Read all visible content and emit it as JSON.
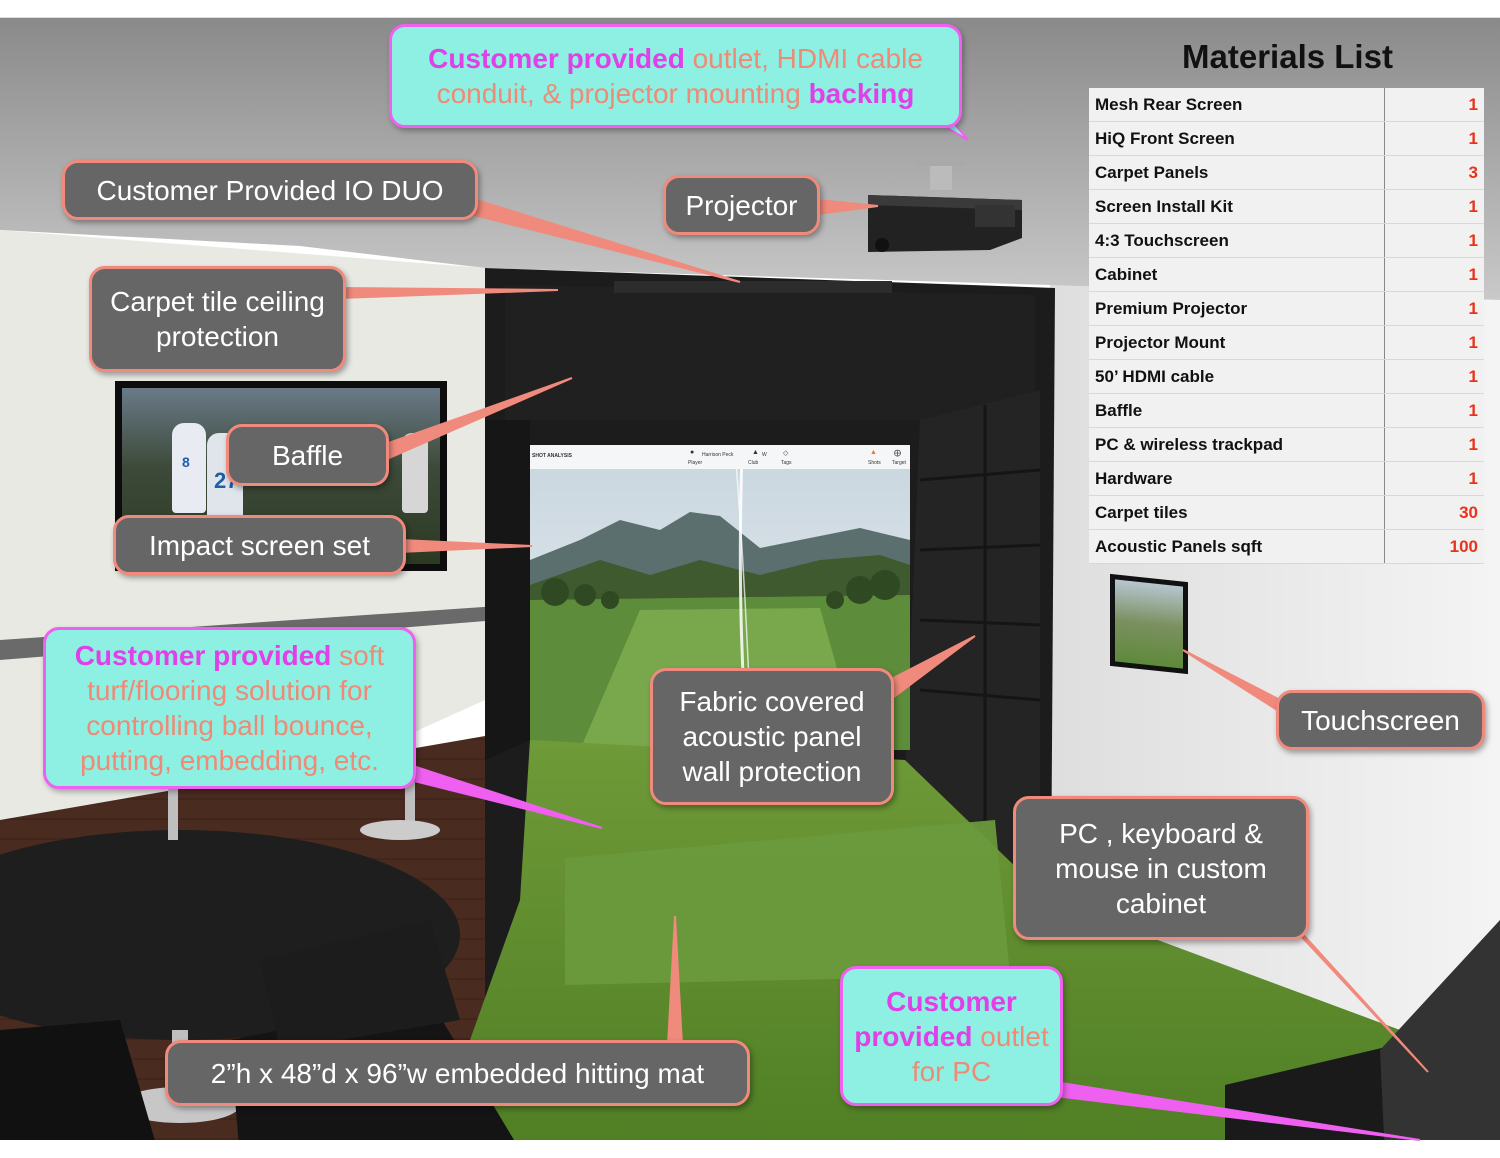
{
  "materials": {
    "title": "Materials List",
    "items": [
      {
        "name": "Mesh Rear Screen",
        "qty": "1"
      },
      {
        "name": "HiQ Front Screen",
        "qty": "1"
      },
      {
        "name": "Carpet Panels",
        "qty": "3"
      },
      {
        "name": "Screen Install Kit",
        "qty": "1"
      },
      {
        "name": "4:3 Touchscreen",
        "qty": "1"
      },
      {
        "name": "Cabinet",
        "qty": "1"
      },
      {
        "name": "Premium Projector",
        "qty": "1"
      },
      {
        "name": "Projector Mount",
        "qty": "1"
      },
      {
        "name": "50’ HDMI cable",
        "qty": "1"
      },
      {
        "name": "Baffle",
        "qty": "1"
      },
      {
        "name": "PC & wireless trackpad",
        "qty": "1"
      },
      {
        "name": "Hardware",
        "qty": "1"
      },
      {
        "name": "Carpet tiles",
        "qty": "30"
      },
      {
        "name": "Acoustic Panels sqft",
        "qty": "100"
      }
    ]
  },
  "callouts": {
    "io_duo": "Customer Provided IO DUO",
    "projector": "Projector",
    "ceiling": [
      "Carpet tile ceiling",
      "protection"
    ],
    "baffle": "Baffle",
    "impact_screen": "Impact screen set",
    "acoustic": [
      "Fabric covered",
      "acoustic panel",
      "wall protection"
    ],
    "touchscreen": "Touchscreen",
    "pc_cabinet": [
      "PC , keyboard &",
      "mouse in custom",
      "cabinet"
    ],
    "hitting_mat": "2”h x 48”d x 96”w embedded hitting mat"
  },
  "customer_notes": {
    "outlet_hdmi": {
      "hl1": "Customer provided",
      "t1": " outlet, HDMI cable",
      "t2": "conduit, & projector mounting ",
      "hl2": "backing"
    },
    "turf": {
      "hl1": "Customer provided",
      "t1": " soft",
      "l2": "turf/flooring solution for",
      "l3": "controlling ball bounce,",
      "l4": "putting, embedding, etc."
    },
    "pc_outlet": {
      "l1": "Customer",
      "hl2": "provided",
      "t2": " outlet",
      "l3": "for PC"
    }
  },
  "sim_screen": {
    "header": "SHOT ANALYSIS",
    "player": "Harrison Peck",
    "labels": [
      "Player",
      "Club",
      "Tags",
      "Shots",
      "Target"
    ],
    "club": "W"
  },
  "tv": {
    "jersey_numbers": [
      "8",
      "27"
    ]
  },
  "colors": {
    "callout_bg": "#666666",
    "callout_border": "#f08a7c",
    "note_bg": "#8ef0e2",
    "note_border": "#f060f0",
    "note_highlight": "#e040e8",
    "note_text": "#ee8a76",
    "qty": "#e8331a"
  }
}
